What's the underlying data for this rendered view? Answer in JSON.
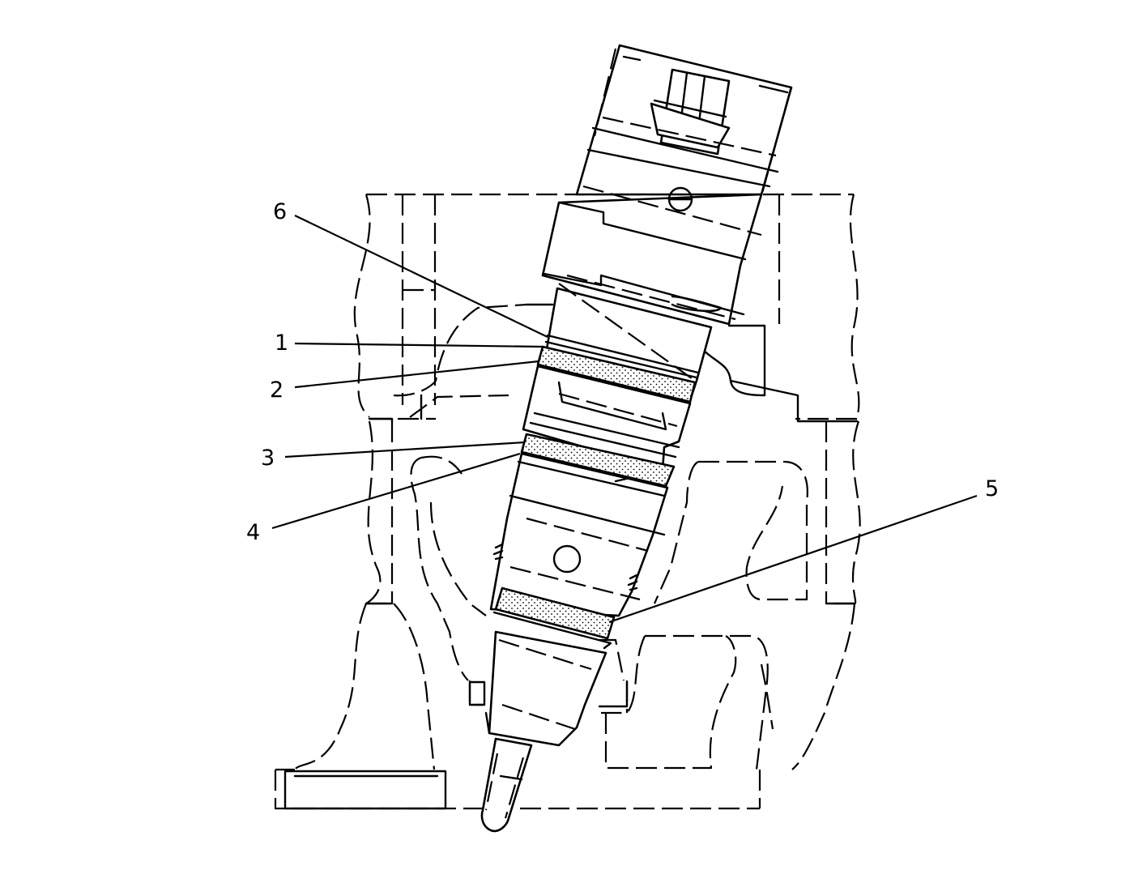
{
  "callouts": [
    {
      "id": "6",
      "label": "6"
    },
    {
      "id": "1",
      "label": "1"
    },
    {
      "id": "2",
      "label": "2"
    },
    {
      "id": "3",
      "label": "3"
    },
    {
      "id": "4",
      "label": "4"
    },
    {
      "id": "5",
      "label": "5"
    }
  ],
  "colors": {
    "line": "#000000",
    "background": "#ffffff"
  }
}
